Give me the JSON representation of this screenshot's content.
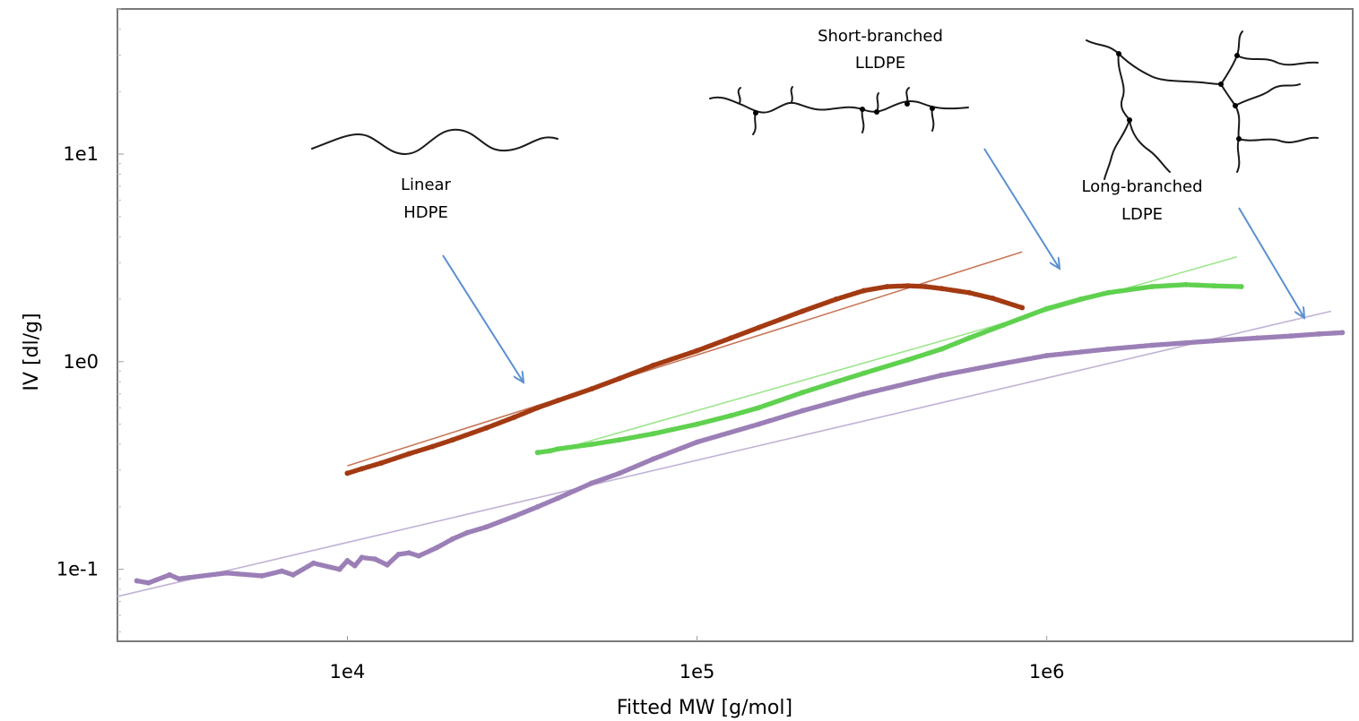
{
  "chart_data": {
    "type": "scatter",
    "title": "",
    "xlabel": "Fitted MW [g/mol]",
    "ylabel": "IV [dl/g]",
    "xscale": "log",
    "yscale": "log",
    "xlim": [
      2200,
      7500000
    ],
    "ylim": [
      0.045,
      50
    ],
    "xticks": [
      {
        "value": 10000,
        "label": "1e4"
      },
      {
        "value": 100000,
        "label": "1e5"
      },
      {
        "value": 1000000,
        "label": "1e6"
      }
    ],
    "yticks": [
      {
        "value": 0.1,
        "label": "1e-1"
      },
      {
        "value": 1,
        "label": "1e0"
      },
      {
        "value": 10,
        "label": "1e1"
      }
    ],
    "grid": false,
    "legend": "none",
    "series": [
      {
        "color": "#a33a12",
        "fit_color": "#c8785a",
        "points": [
          [
            10000,
            0.29
          ],
          [
            11000,
            0.305
          ],
          [
            12500,
            0.325
          ],
          [
            15000,
            0.36
          ],
          [
            17500,
            0.39
          ],
          [
            20000,
            0.42
          ],
          [
            25000,
            0.48
          ],
          [
            30000,
            0.54
          ],
          [
            35000,
            0.6
          ],
          [
            40000,
            0.65
          ],
          [
            50000,
            0.74
          ],
          [
            60000,
            0.83
          ],
          [
            75000,
            0.96
          ],
          [
            100000,
            1.13
          ],
          [
            125000,
            1.3
          ],
          [
            150000,
            1.46
          ],
          [
            200000,
            1.75
          ],
          [
            250000,
            2.0
          ],
          [
            300000,
            2.2
          ],
          [
            350000,
            2.3
          ],
          [
            400000,
            2.32
          ],
          [
            450000,
            2.3
          ],
          [
            500000,
            2.25
          ],
          [
            600000,
            2.15
          ],
          [
            700000,
            2.02
          ],
          [
            850000,
            1.82
          ]
        ],
        "fit": [
          [
            10000,
            0.315
          ],
          [
            850000,
            3.38
          ]
        ]
      },
      {
        "color": "#5fd14f",
        "fit_color": "#9ee58e",
        "points": [
          [
            35000,
            0.365
          ],
          [
            38000,
            0.372
          ],
          [
            40000,
            0.38
          ],
          [
            50000,
            0.4
          ],
          [
            60000,
            0.42
          ],
          [
            75000,
            0.45
          ],
          [
            100000,
            0.5
          ],
          [
            125000,
            0.55
          ],
          [
            150000,
            0.6
          ],
          [
            200000,
            0.71
          ],
          [
            250000,
            0.8
          ],
          [
            300000,
            0.88
          ],
          [
            400000,
            1.02
          ],
          [
            500000,
            1.15
          ],
          [
            600000,
            1.3
          ],
          [
            750000,
            1.5
          ],
          [
            1000000,
            1.8
          ],
          [
            1250000,
            2.0
          ],
          [
            1500000,
            2.15
          ],
          [
            2000000,
            2.3
          ],
          [
            2500000,
            2.35
          ],
          [
            3000000,
            2.32
          ],
          [
            3600000,
            2.3
          ]
        ],
        "fit": [
          [
            40000,
            0.375
          ],
          [
            3500000,
            3.2
          ]
        ]
      },
      {
        "color": "#9b7fb6",
        "fit_color": "#c2b3d6",
        "points": [
          [
            2500,
            0.088
          ],
          [
            2700,
            0.086
          ],
          [
            3100,
            0.094
          ],
          [
            3300,
            0.09
          ],
          [
            4500,
            0.096
          ],
          [
            5700,
            0.093
          ],
          [
            6500,
            0.098
          ],
          [
            7000,
            0.094
          ],
          [
            8000,
            0.107
          ],
          [
            9500,
            0.1
          ],
          [
            10000,
            0.11
          ],
          [
            10500,
            0.104
          ],
          [
            11000,
            0.114
          ],
          [
            12000,
            0.112
          ],
          [
            13000,
            0.105
          ],
          [
            14000,
            0.118
          ],
          [
            15000,
            0.12
          ],
          [
            16000,
            0.116
          ],
          [
            18000,
            0.127
          ],
          [
            20000,
            0.14
          ],
          [
            22000,
            0.15
          ],
          [
            25000,
            0.16
          ],
          [
            30000,
            0.18
          ],
          [
            35000,
            0.2
          ],
          [
            40000,
            0.22
          ],
          [
            50000,
            0.26
          ],
          [
            60000,
            0.29
          ],
          [
            75000,
            0.34
          ],
          [
            100000,
            0.41
          ],
          [
            150000,
            0.5
          ],
          [
            200000,
            0.58
          ],
          [
            300000,
            0.7
          ],
          [
            500000,
            0.86
          ],
          [
            750000,
            0.98
          ],
          [
            1000000,
            1.07
          ],
          [
            1500000,
            1.15
          ],
          [
            2000000,
            1.2
          ],
          [
            3000000,
            1.26
          ],
          [
            4000000,
            1.3
          ],
          [
            5000000,
            1.33
          ],
          [
            6000000,
            1.36
          ],
          [
            7000000,
            1.38
          ]
        ],
        "fit": [
          [
            2200,
            0.074
          ],
          [
            6500000,
            1.75
          ]
        ]
      }
    ],
    "annotations": [
      {
        "id": "linear",
        "lines": [
          "Linear",
          "HDPE"
        ]
      },
      {
        "id": "short",
        "lines": [
          "Short-branched",
          "LLDPE"
        ]
      },
      {
        "id": "long",
        "lines": [
          "Long-branched",
          "LDPE"
        ]
      }
    ]
  }
}
